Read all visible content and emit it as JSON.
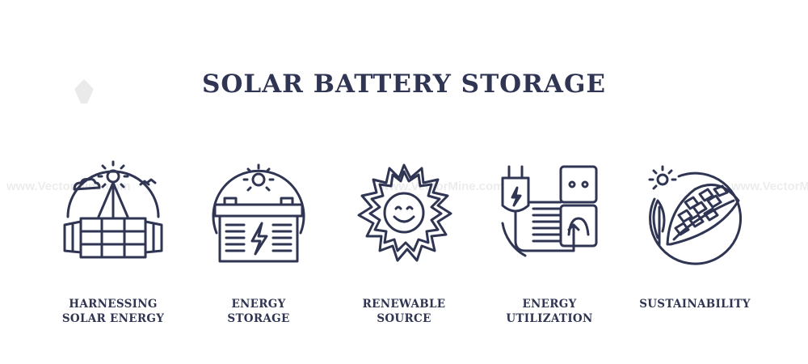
{
  "title": "SOLAR BATTERY STORAGE",
  "watermark": {
    "text": "www.VectorMine.com"
  },
  "items": [
    {
      "label_line1": "HARNESSING",
      "label_line2": "SOLAR ENERGY",
      "icon": "solar-panel-sun-icon"
    },
    {
      "label_line1": "ENERGY",
      "label_line2": "STORAGE",
      "icon": "battery-sun-icon"
    },
    {
      "label_line1": "RENEWABLE",
      "label_line2": "SOURCE",
      "icon": "smiling-sun-icon"
    },
    {
      "label_line1": "ENERGY",
      "label_line2": "UTILIZATION",
      "icon": "plug-socket-icon"
    },
    {
      "label_line1": "SUSTAINABILITY",
      "label_line2": "",
      "icon": "leaf-solar-icon"
    }
  ],
  "colors": {
    "ink": "#2f3552",
    "background": "#ffffff"
  }
}
